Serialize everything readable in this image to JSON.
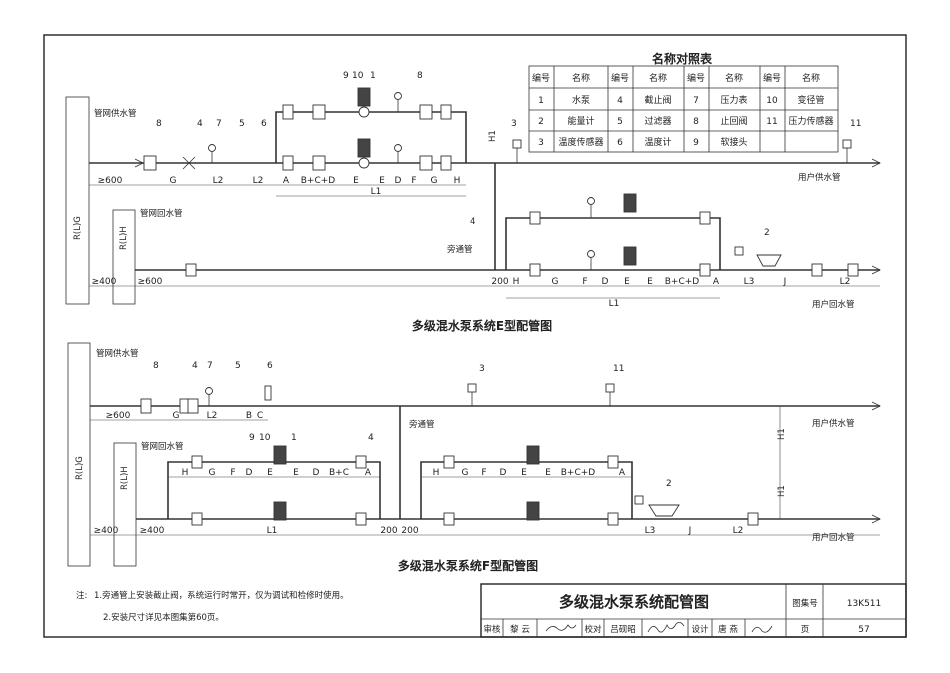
{
  "legend": {
    "title": "名称对照表",
    "header": [
      "编号",
      "名称",
      "编号",
      "名称",
      "编号",
      "名称",
      "编号",
      "名称"
    ],
    "rows": [
      [
        "1",
        "水泵",
        "4",
        "截止阀",
        "7",
        "压力表",
        "10",
        "变径管"
      ],
      [
        "2",
        "能量计",
        "5",
        "过滤器",
        "8",
        "止回阀",
        "11",
        "压力传感器"
      ],
      [
        "3",
        "温度传感器",
        "6",
        "温度计",
        "9",
        "软接头",
        "",
        ""
      ]
    ]
  },
  "diagram_e": {
    "caption": "多级混水泵系统E型配管图",
    "supply_main": "管网供水管",
    "return_main": "管网回水管",
    "bypass": "旁通管",
    "user_supply": "用户供水管",
    "user_return": "用户回水管",
    "vert_label_1": "R(L)G",
    "vert_label_2": "R(L)H",
    "height_label": "H1",
    "callouts_top": [
      "8",
      "4",
      "7",
      "5",
      "6",
      "9",
      "10",
      "1",
      "8",
      "3",
      "11",
      "4",
      "2"
    ],
    "dims_top": [
      "≥600",
      "G",
      "L2",
      "L2",
      "A",
      "B+C+D",
      "E",
      "E",
      "D",
      "F",
      "G",
      "H"
    ],
    "dims_top_total": "L1",
    "dims_bottom": [
      "≥400",
      "≥600",
      "200",
      "H",
      "G",
      "F",
      "D",
      "E",
      "E",
      "B+C+D",
      "A",
      "L3",
      "J",
      "L2"
    ],
    "dims_bottom_total": "L1"
  },
  "diagram_f": {
    "caption": "多级混水泵系统F型配管图",
    "supply_main": "管网供水管",
    "return_main": "管网回水管",
    "bypass": "旁通管",
    "user_supply": "用户供水管",
    "user_return": "用户回水管",
    "vert_label_1": "R(L)G",
    "vert_label_2": "R(L)H",
    "height_label": "H1",
    "callouts": [
      "8",
      "4",
      "7",
      "5",
      "6",
      "3",
      "11",
      "9",
      "10",
      "1",
      "4",
      "2"
    ],
    "dims_top": [
      "≥600",
      "G",
      "L2",
      "B",
      "C"
    ],
    "dims_left_group": [
      "H",
      "G",
      "F",
      "D",
      "E",
      "E",
      "D",
      "B+C",
      "A"
    ],
    "dims_right_group": [
      "H",
      "G",
      "F",
      "D",
      "E",
      "E",
      "B+C+D",
      "A"
    ],
    "dims_bottom": [
      "≥400",
      "≥400",
      "L1",
      "200",
      "200",
      "L3",
      "J",
      "L2"
    ]
  },
  "notes": {
    "label": "注:",
    "lines": [
      "1.旁通管上安装截止阀，系统运行时常开，仅为调试和检修时使用。",
      "2.安装尺寸详见本图集第60页。"
    ]
  },
  "title_block": {
    "title": "多级混水泵系统配管图",
    "atlas_label": "图集号",
    "atlas_no": "13K511",
    "review_label": "审核",
    "reviewer": "黎 云",
    "check_label": "校对",
    "checker": "吕砚昭",
    "design_label": "设计",
    "designer": "唐 燕",
    "page_label": "页",
    "page_no": "57"
  }
}
